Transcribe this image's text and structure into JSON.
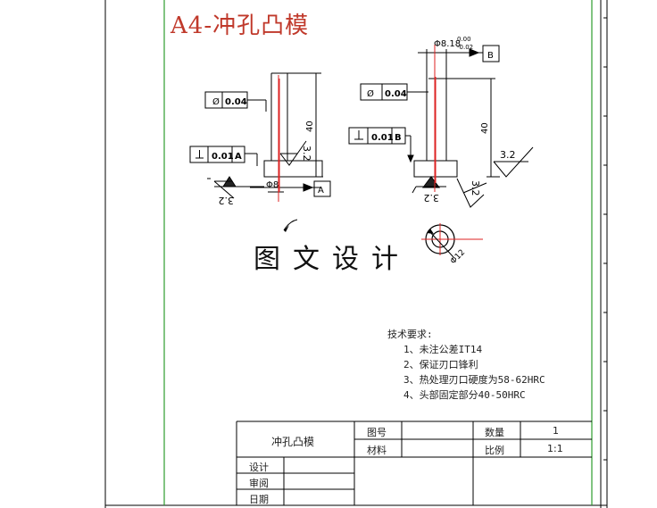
{
  "drawing": {
    "title": "A4-冲孔凸模",
    "watermark": "图文设计",
    "left_view": {
      "runout_value": "0.04",
      "perp_value": "0.01",
      "perp_datum": "A",
      "datum_label": "A",
      "roughness_top": "3.2",
      "roughness_bottom": "3.2",
      "diameter": "Φ8",
      "length": "40"
    },
    "right_view": {
      "top_diameter": "Φ8.18",
      "top_tol_upper": "0.00",
      "top_tol_lower": "-0.02",
      "datum_label": "B",
      "runout_value": "0.04",
      "perp_value": "0.01",
      "perp_datum": "B",
      "roughness_right": "3.2",
      "roughness_bottom": "3.2",
      "roughness_side": "3.2",
      "length": "40"
    },
    "section_view": {
      "diameter": "Φ12"
    }
  },
  "requirements": {
    "heading": "技术要求:",
    "items": [
      "1、未注公差IT14",
      "2、保证刃口锋利",
      "3、热处理刃口硬度为58-62HRC",
      "4、头部固定部分40-50HRC"
    ]
  },
  "title_block": {
    "part_name": "冲孔凸模",
    "drawing_no_label": "图号",
    "material_label": "材料",
    "quantity_label": "数量",
    "quantity_value": "1",
    "scale_label": "比例",
    "scale_value": "1:1",
    "design_label": "设计",
    "review_label": "审阅",
    "date_label": "日期"
  }
}
